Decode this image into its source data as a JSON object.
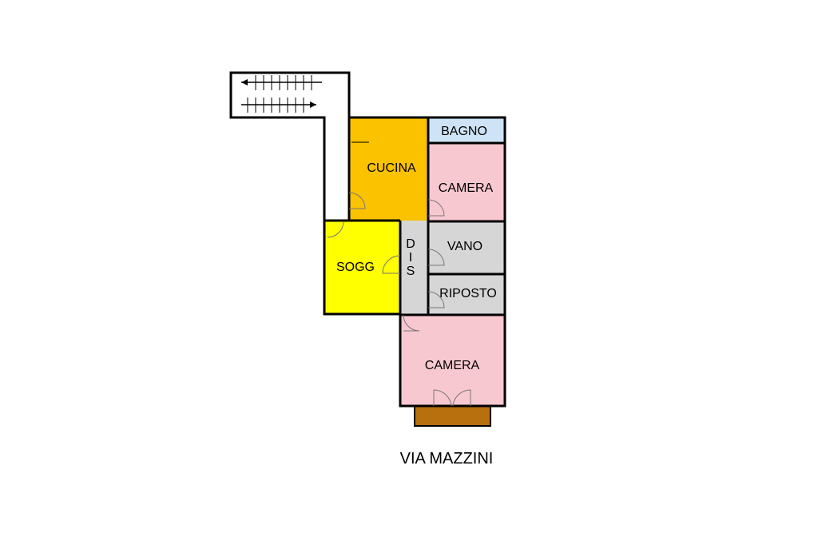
{
  "plan": {
    "street": "VIA MAZZINI",
    "rooms": {
      "bagno": "BAGNO",
      "cucina": "CUCINA",
      "camera_top": "CAMERA",
      "vano": "VANO",
      "disimpegno": "D I S",
      "soggiorno": "SOGG",
      "ripostiglio": "RIPOSTO",
      "camera_bottom": "CAMERA"
    },
    "colors": {
      "bagno": "#cfe3f6",
      "cucina": "#fbc200",
      "camera": "#f8c8d0",
      "vano": "#d6d6d6",
      "disimpegno": "#d6d6d6",
      "soggiorno": "#ffff00",
      "balcony": "#b8700e",
      "wall": "#000000"
    }
  }
}
